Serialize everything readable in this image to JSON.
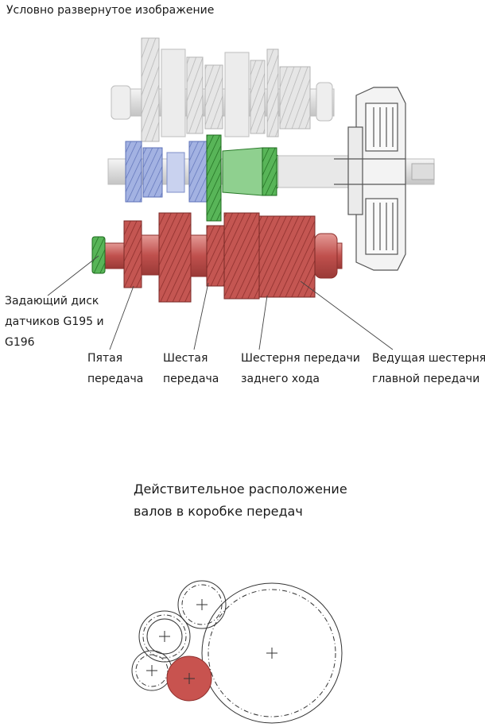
{
  "header": {
    "title": "Условно развернутое изображение"
  },
  "labels": {
    "sensor_disc": [
      "Задающий диск",
      "датчиков G195 и",
      "G196"
    ],
    "fifth_gear": [
      "Пятая",
      "передача"
    ],
    "sixth_gear": [
      "Шестая",
      "передача"
    ],
    "reverse_gear": [
      "Шестерня передачи",
      "заднего хода"
    ],
    "final_drive_gear": [
      "Ведущая шестерня",
      "главной передачи"
    ]
  },
  "caption": {
    "title": [
      "Действительное расположение",
      "валов в коробке передач"
    ]
  },
  "colors": {
    "red_shaft": "#c0504d",
    "red_dark": "#8e2f2c",
    "green_gear": "#3a9a3a",
    "green_dark": "#1e6a1e",
    "blue_gear": "#8ea0d8",
    "grey_parts": "#d9d9d9",
    "grey_lines": "#9a9a9a",
    "highlight_circle": "#c8534f"
  }
}
